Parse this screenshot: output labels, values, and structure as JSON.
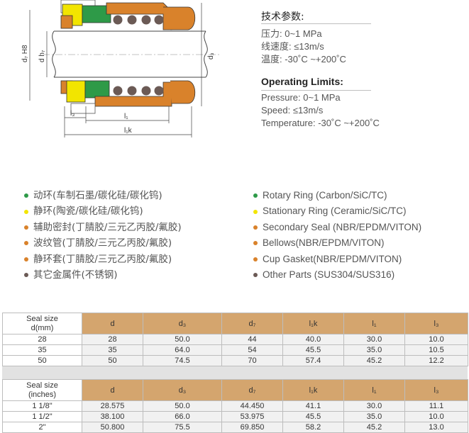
{
  "diagram": {
    "dim_d7h8": "d₇ H8",
    "dim_dh7": "d h₇",
    "dim_d3": "d₃",
    "dim_l3": "l₃",
    "dim_l1": "l₁",
    "dim_l1k": "l₁k"
  },
  "limits_cn": {
    "title": "技术参数:",
    "rows": [
      "压力: 0~1 MPa",
      "线速度: ≤13m/s",
      "温度: -30˚C ~+200˚C"
    ]
  },
  "limits_en": {
    "title": "Operating Limits:",
    "rows": [
      "Pressure:  0~1 MPa",
      "Speed:  ≤13m/s",
      "Temperature:  -30˚C ~+200˚C"
    ]
  },
  "legend_cn": [
    {
      "label": "动环(车制石墨/碳化硅/碳化钨)",
      "color": "#2e9a48"
    },
    {
      "label": "静环(陶瓷/碳化硅/碳化钨)",
      "color": "#f2e500"
    },
    {
      "label": "辅助密封(丁腈胶/三元乙丙胶/氟胶)",
      "color": "#d9822b"
    },
    {
      "label": "波纹管(丁腈胶/三元乙丙胶/氟胶)",
      "color": "#d9822b"
    },
    {
      "label": "静环套(丁腈胶/三元乙丙胶/氟胶)",
      "color": "#d9822b"
    },
    {
      "label": "其它金属件(不锈钢)",
      "color": "#6b5a55"
    }
  ],
  "legend_en": [
    {
      "label": "Rotary Ring (Carbon/SiC/TC)",
      "color": "#2e9a48"
    },
    {
      "label": "Stationary Ring (Ceramic/SiC/TC)",
      "color": "#f2e500"
    },
    {
      "label": "Secondary Seal (NBR/EPDM/VITON)",
      "color": "#d9822b"
    },
    {
      "label": "Bellows(NBR/EPDM/VITON)",
      "color": "#d9822b"
    },
    {
      "label": "Cup Gasket(NBR/EPDM/VITON)",
      "color": "#d9822b"
    },
    {
      "label": "Other Parts (SUS304/SUS316)",
      "color": "#6b5a55"
    }
  ],
  "table_mm": {
    "header_first": [
      "Seal size",
      "d(mm)"
    ],
    "columns": [
      "d",
      "d₃",
      "d₇",
      "l₁k",
      "l₁",
      "l₃"
    ],
    "rows": [
      [
        "28",
        "28",
        "50.0",
        "44",
        "40.0",
        "30.0",
        "10.0"
      ],
      [
        "35",
        "35",
        "64.0",
        "54",
        "45.5",
        "35.0",
        "10.5"
      ],
      [
        "50",
        "50",
        "74.5",
        "70",
        "57.4",
        "45.2",
        "12.2"
      ]
    ]
  },
  "table_inch": {
    "header_first": [
      "Seal size",
      "(inches)"
    ],
    "columns": [
      "d",
      "d₃",
      "d₇",
      "l₁k",
      "l₁",
      "l₃"
    ],
    "rows": [
      [
        "1 1/8\"",
        "28.575",
        "50.0",
        "44.450",
        "41.1",
        "30.0",
        "11.1"
      ],
      [
        "1 1/2\"",
        "38.100",
        "66.0",
        "53.975",
        "45.5",
        "35.0",
        "10.0"
      ],
      [
        "2\"",
        "50.800",
        "75.5",
        "69.850",
        "58.2",
        "45.2",
        "13.0"
      ]
    ]
  }
}
